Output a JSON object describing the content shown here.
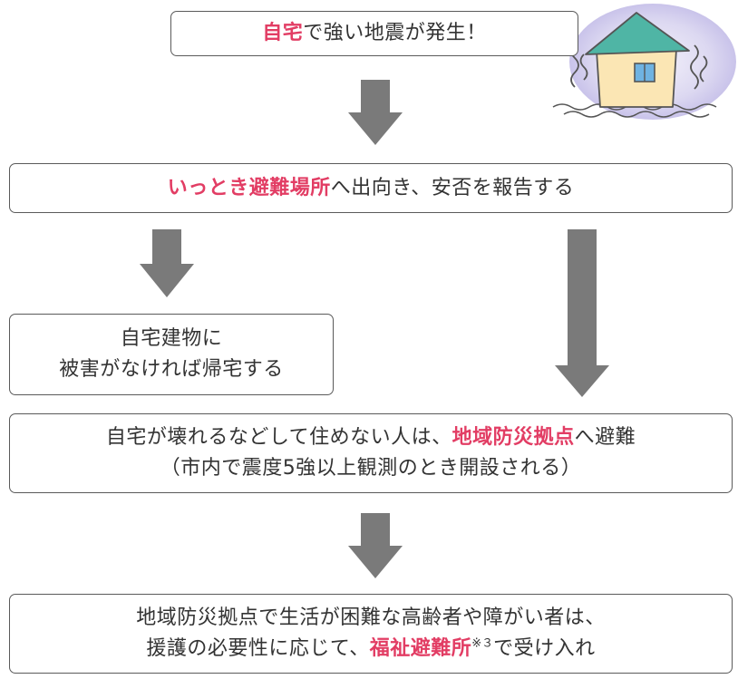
{
  "step1": {
    "highlight": "自宅",
    "text": "で強い地震が発生！"
  },
  "step2": {
    "highlight": "いっとき避難場所",
    "text": "へ出向き、安否を報告する"
  },
  "step3": {
    "line1": "自宅建物に",
    "line2": "被害がなければ帰宅する"
  },
  "step4": {
    "line1_prefix": "自宅が壊れるなどして住めない人は、",
    "line1_highlight": "地域防災拠点",
    "line1_suffix": "へ避難",
    "line2": "（市内で震度5強以上観測のとき開設される）"
  },
  "step5": {
    "line1": "地域防災拠点で生活が困難な高齢者や障がい者は、",
    "line2_prefix": "援護の必要性に応じて、",
    "line2_highlight": "福祉避難所",
    "line2_note": "※３",
    "line2_suffix": "で受け入れ"
  },
  "colors": {
    "highlight": "#e23d64",
    "arrow": "#7a7a7a",
    "box_border": "#5a5a5a",
    "house_roof": "#4fb5a5",
    "house_wall": "#fbe6b4",
    "house_window": "#6fb3e2"
  },
  "icons": {
    "house": "shaking-house-icon",
    "arrow": "down-arrow-icon"
  }
}
